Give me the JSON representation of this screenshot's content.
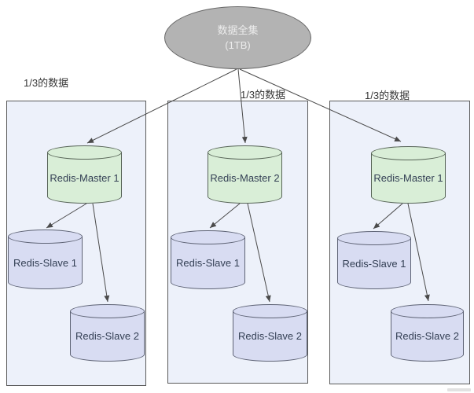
{
  "dataset_node": {
    "line1": "数据全集",
    "line2": "(1TB)"
  },
  "shards": [
    {
      "label": "1/3的数据",
      "master": "Redis-Master 1",
      "slave1": "Redis-Slave 1",
      "slave2": "Redis-Slave 2"
    },
    {
      "label": "1/3的数据",
      "master": "Redis-Master 2",
      "slave1": "Redis-Slave 1",
      "slave2": "Redis-Slave 2"
    },
    {
      "label": "1/3的数据",
      "master": "Redis-Master 1",
      "slave1": "Redis-Slave 1",
      "slave2": "Redis-Slave 2"
    }
  ],
  "colors": {
    "dataset_fill": "#b3b3b3",
    "dataset_stroke": "#666666",
    "dataset_text": "#ececec",
    "master_fill": "#d9eed7",
    "master_stroke": "#566356",
    "slave_fill": "#d8dcf2",
    "slave_stroke": "#5e6375",
    "container_fill": "#edf1fa",
    "container_stroke": "#5a5a5a",
    "arrow": "#4a4a4a"
  }
}
